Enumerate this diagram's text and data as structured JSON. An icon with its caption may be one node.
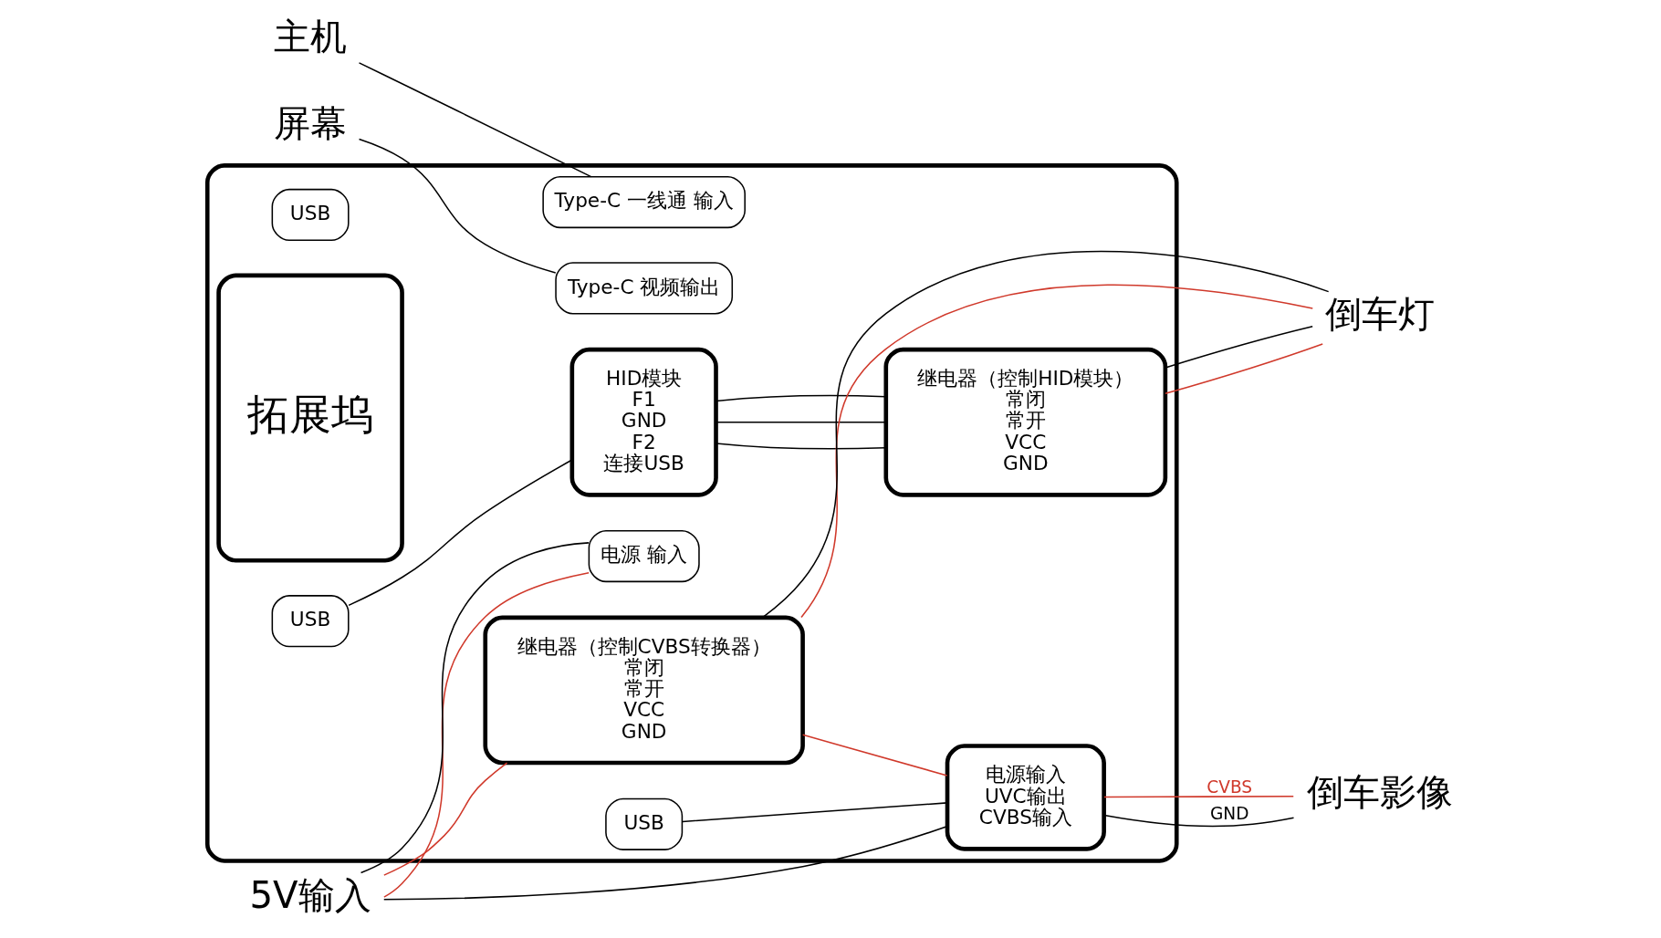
{
  "diagram": {
    "nodes": [
      {
        "text": [
          "屏幕"
        ]
      },
      {
        "text": [
          "主机"
        ]
      },
      {
        "text": [
          "5V输入"
        ]
      },
      {
        "text": [],
        "shape": "box"
      },
      {
        "text": [
          "USB"
        ],
        "in": 3
      },
      {
        "text": [
          "拓展坞"
        ],
        "in": 3
      },
      {
        "text": [
          "Type-C 一线通 输入"
        ],
        "in": 3
      },
      {
        "text": [
          "电源 输入"
        ],
        "in": 3
      },
      {
        "text": [
          "Type-C 视频输出"
        ],
        "in": 3
      },
      {
        "text": [
          "USB"
        ],
        "in": 3
      },
      {
        "text": [
          "USB"
        ],
        "in": 3
      },
      {
        "text": [
          "HID模块",
          "F1",
          "GND",
          "F2",
          "连接USB"
        ],
        "in": 3
      },
      {
        "text": [
          "继电器（控制HID模块）",
          "常闭",
          "常开",
          "VCC",
          "GND"
        ],
        "in": 3
      },
      {
        "text": [
          "继电器（控制CVBS转换器）",
          "常闭",
          "常开",
          "VCC",
          "GND"
        ],
        "in": 3
      },
      {
        "text": [
          "电源输入",
          "UVC输出",
          "CVBS输入"
        ],
        "in": 3
      },
      {
        "text": [
          "倒车灯"
        ]
      },
      {
        "text": [
          "倒车影像"
        ]
      }
    ],
    "edges": [
      {
        "from": 0,
        "to": 8,
        "arrow": "none"
      },
      {
        "from": 1,
        "to": 6,
        "arrow": "none"
      },
      {
        "from": 2,
        "to": 7,
        "arrow": "none",
        "color": "#d0392b"
      },
      {
        "from": 2,
        "to": 7,
        "arrow": "none"
      },
      {
        "from": 2,
        "to": 13,
        "arrow": "none",
        "color": "#d0392b"
      },
      {
        "from": 2,
        "to": 14,
        "arrow": "none"
      },
      {
        "from": 9,
        "to": 11,
        "arrow": "none"
      },
      {
        "from": 11,
        "to": 12,
        "arrow": "none"
      },
      {
        "from": 11,
        "to": 12,
        "arrow": "none"
      },
      {
        "from": 11,
        "to": 12,
        "arrow": "none"
      },
      {
        "from": 12,
        "to": 15,
        "arrow": "none",
        "color": "#d0392b"
      },
      {
        "from": 12,
        "to": 15,
        "arrow": "none"
      },
      {
        "from": 13,
        "to": 15,
        "arrow": "none",
        "color": "#d0392b"
      },
      {
        "from": 13,
        "to": 15,
        "arrow": "none"
      },
      {
        "from": 13,
        "to": 14,
        "arrow": "none",
        "color": "#d0392b"
      },
      {
        "from": 10,
        "to": 14,
        "arrow": "none"
      },
      {
        "from": 14,
        "to": 16,
        "label": "CVBS",
        "arrow": "none",
        "color": "#d0392b"
      },
      {
        "from": 14,
        "to": 16,
        "label": "GND",
        "arrow": "none"
      }
    ]
  }
}
